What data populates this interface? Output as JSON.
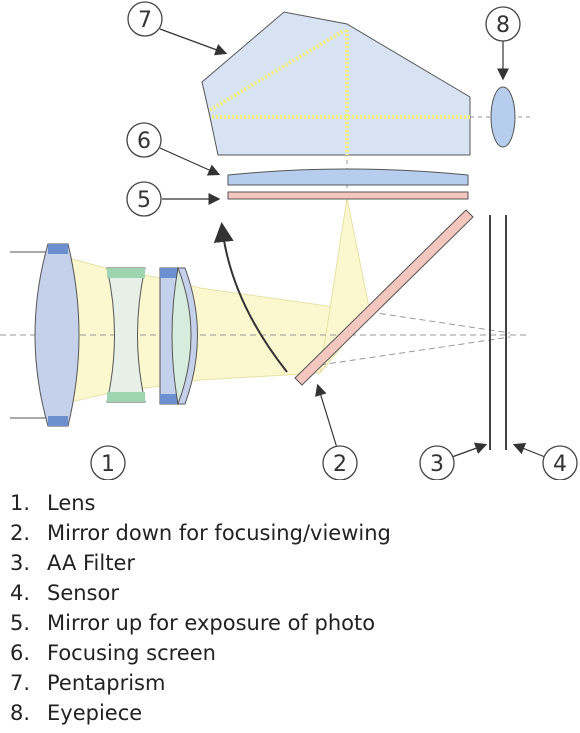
{
  "callouts": {
    "lens": "1",
    "mirror_down": "2",
    "aa_filter": "3",
    "sensor": "4",
    "mirror_up": "5",
    "focusing_screen": "6",
    "pentaprism": "7",
    "eyepiece": "8"
  },
  "legend": [
    {
      "num": "1.",
      "label": "Lens"
    },
    {
      "num": "2.",
      "label": "Mirror down for focusing/viewing"
    },
    {
      "num": "3.",
      "label": "AA Filter"
    },
    {
      "num": "4.",
      "label": "Sensor"
    },
    {
      "num": "5.",
      "label": "Mirror up for exposure of photo"
    },
    {
      "num": "6.",
      "label": "Focusing screen"
    },
    {
      "num": "7.",
      "label": "Pentaprism"
    },
    {
      "num": "8.",
      "label": "Eyepiece"
    }
  ],
  "colors": {
    "prism_fill": "#d7e3f3",
    "light_path": "#fbf7cf",
    "light_path_highlight": "#f3ee80",
    "lens_blue": "#c5d1ea",
    "lens_green": "#9fd4b0",
    "lens_edge_blue": "#6c8fd0",
    "mirror_pink": "#f4c7be",
    "screen_blue": "#b7cdee",
    "outline": "#555555"
  }
}
